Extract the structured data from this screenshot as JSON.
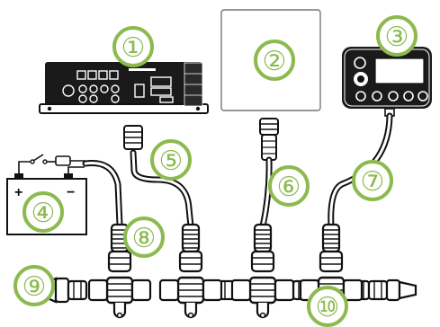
{
  "callouts": {
    "head_unit": "①",
    "display": "②",
    "remote": "③",
    "battery": "④",
    "power_cable": "⑤",
    "display_cable": "⑥",
    "remote_cable": "⑦",
    "drop_cable": "⑧",
    "terminator_left": "⑨",
    "terminator_right": "⑩"
  },
  "battery_terminals": {
    "positive": "+",
    "negative": "−"
  },
  "colors": {
    "callout": "#8cba4f",
    "line": "#111111",
    "display_border": "#777777"
  },
  "icons": [
    "amplifier-unit-icon",
    "remote-control-icon",
    "battery-icon",
    "fuse-icon",
    "switch-icon",
    "connector-icon",
    "tee-connector-icon",
    "terminator-icon"
  ]
}
